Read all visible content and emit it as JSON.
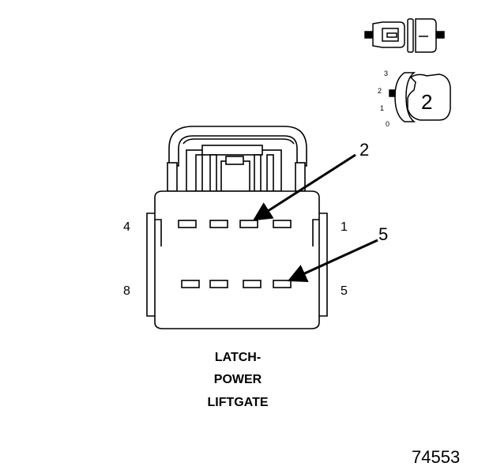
{
  "connector": {
    "name_lines": [
      "LATCH-",
      "POWER",
      "LIFTGATE"
    ],
    "pin_labels": {
      "top_left": "4",
      "top_right": "1",
      "bottom_left": "8",
      "bottom_right": "5"
    },
    "callouts": [
      "2",
      "5"
    ]
  },
  "orientation_key": {
    "ticks": [
      "3",
      "2",
      "1",
      "0"
    ],
    "selected": "2"
  },
  "drawing_number": "74553"
}
